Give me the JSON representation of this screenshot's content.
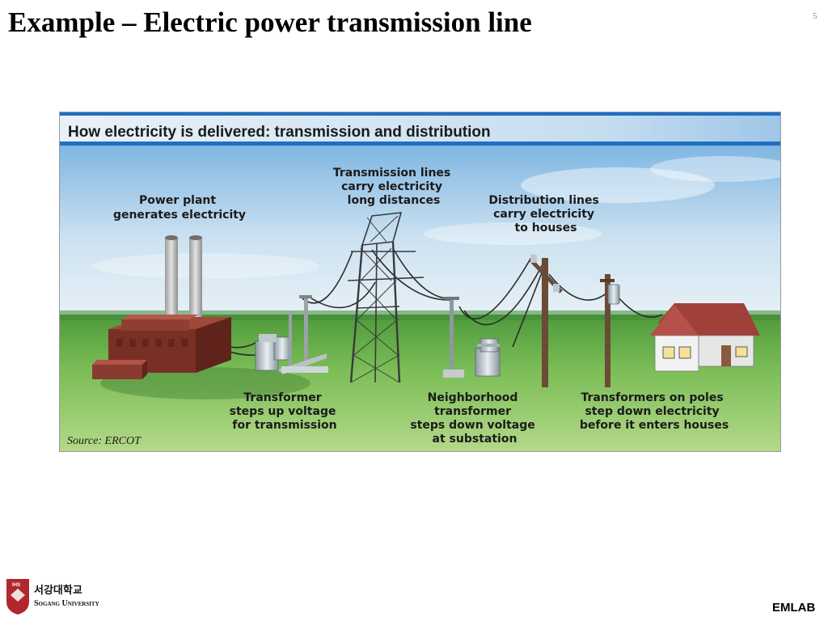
{
  "slide": {
    "title": "Example – Electric power transmission line",
    "number": "5",
    "footer_right": "EMLAB"
  },
  "logo": {
    "emblem_text": "IHS",
    "korean_name": "서강대학교",
    "english_name": "Sogang University"
  },
  "figure": {
    "title": "How electricity is delivered: transmission and distribution",
    "source": "Source: ERCOT",
    "labels": {
      "power_plant": [
        "Power plant",
        "generates electricity"
      ],
      "transmission_lines": [
        "Transmission lines",
        "carry electricity",
        "long distances"
      ],
      "distribution_lines": [
        "Distribution lines",
        "carry electricity",
        "to houses"
      ],
      "transformer": [
        "Transformer",
        "steps up voltage",
        "for transmission"
      ],
      "neighborhood": [
        "Neighborhood",
        "transformer",
        "steps down voltage",
        "at substation"
      ],
      "poles": [
        "Transformers on poles",
        "step down electricity",
        "before it enters houses"
      ]
    }
  },
  "colors": {
    "banner_blue": "#1f6fc2",
    "sky_top": "#7fb6e2",
    "grass": "#5da34a",
    "brick": "#8b3a2f",
    "emblem_red": "#b0282e"
  }
}
